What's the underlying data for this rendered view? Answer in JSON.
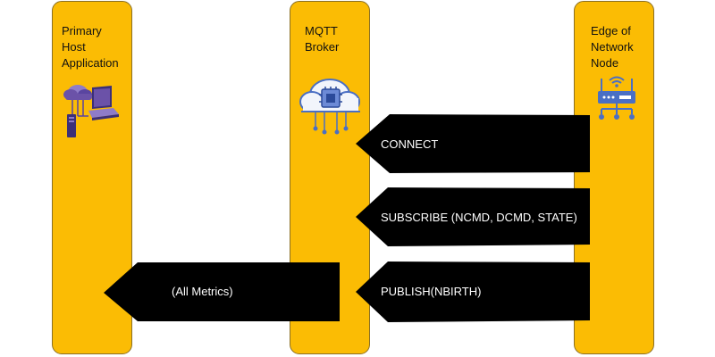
{
  "lanes": [
    {
      "title": "Primary\nHost\nApplication",
      "icon": "cloud-computer-icon"
    },
    {
      "title": "MQTT\nBroker",
      "icon": "cloud-chip-icon"
    },
    {
      "title": "Edge of\nNetwork\nNode",
      "icon": "router-icon"
    }
  ],
  "messages": [
    {
      "label": "CONNECT",
      "direction": "left"
    },
    {
      "label": "SUBSCRIBE  (NCMD, DCMD, STATE)",
      "direction": "left"
    },
    {
      "label": "PUBLISH(NBIRTH)",
      "direction": "left"
    },
    {
      "label": "(All Metrics)",
      "direction": "left"
    }
  ],
  "colors": {
    "lane": "#fbbc04",
    "arrow": "#000000",
    "arrow_text": "#ffffff",
    "icon_blue": "#4a6fc4",
    "icon_purple": "#6b52a8"
  }
}
